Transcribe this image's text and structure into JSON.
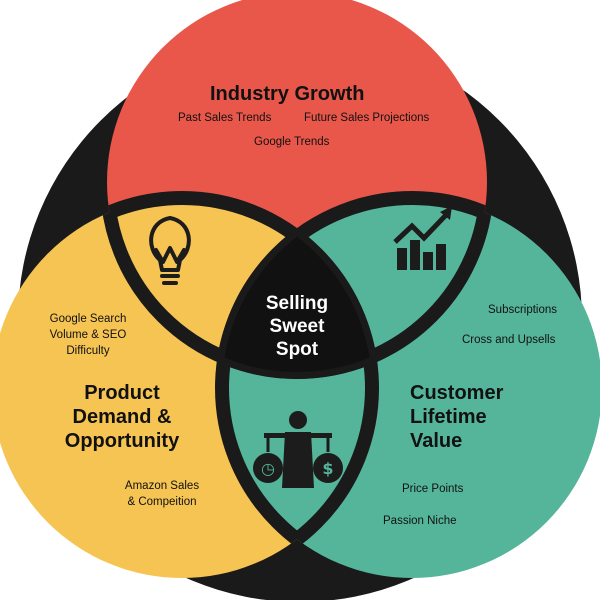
{
  "colors": {
    "ring": "#1a1a1a",
    "industry": "#e8574a",
    "product": "#f6c453",
    "customer": "#55b59a",
    "center": "#111111",
    "icon": "#1c1c1c"
  },
  "circles": {
    "industry": {
      "title": "Industry Growth",
      "items": [
        "Past Sales Trends",
        "Future Sales Projections",
        "Google Trends"
      ]
    },
    "product": {
      "title_lines": [
        "Product",
        "Demand &",
        "Opportunity"
      ],
      "items": [
        "Google Search",
        "Volume & SEO",
        "Difficulty"
      ],
      "items2": [
        "Amazon Sales",
        "& Compeition"
      ]
    },
    "customer": {
      "title_lines": [
        "Customer",
        "Lifetime",
        "Value"
      ],
      "items": [
        "Subscriptions",
        "Cross and Upsells",
        "Price Points",
        "Passion Niche"
      ]
    }
  },
  "center": {
    "title_lines": [
      "Selling",
      "Sweet",
      "Spot"
    ]
  },
  "icons": [
    "lightbulb-icon",
    "growth-chart-icon",
    "businessman-balance-icon"
  ]
}
